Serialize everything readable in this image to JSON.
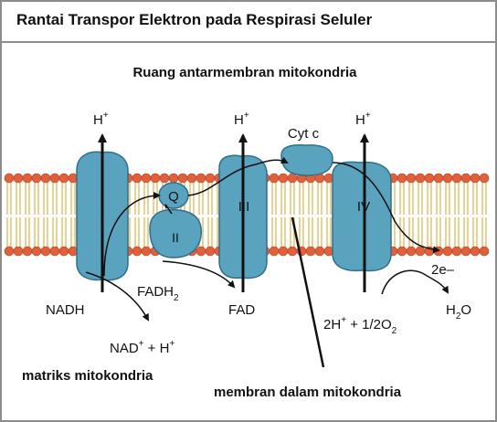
{
  "title": "Rantai Transpor Elektron pada Respirasi Seluler",
  "labels": {
    "intermembrane_space": "Ruang antarmembran mitokondria",
    "matrix": "matriks mitokondria",
    "inner_membrane": "membran dalam mitokondria",
    "complex_1": "I",
    "complex_2": "II",
    "complex_3": "III",
    "complex_4": "IV",
    "ubiquinone": "Q",
    "cytochrome_c": "Cyt c",
    "nadh": "NADH",
    "nad_base": "NAD",
    "nad_sup": "+",
    "nad_tail": " + H",
    "nad_h_sup": "+",
    "fadh2_base": "FADH",
    "fadh2_sub": "2",
    "fad": "FAD",
    "proton_base": "H",
    "proton_sup": "+",
    "electrons": "2e–",
    "o2_two": "2H",
    "o2_sup": "+",
    "o2_mid": " + 1/2O",
    "o2_sub": "2",
    "water_h": "H",
    "water_sub": "2",
    "water_o": "O"
  },
  "colors": {
    "protein": "#5aa3bf",
    "protein_stroke": "#2f6f89",
    "lipid_head": "#e0603a",
    "lipid_tail": "#d8b24a",
    "border": "#8c8c8c"
  }
}
